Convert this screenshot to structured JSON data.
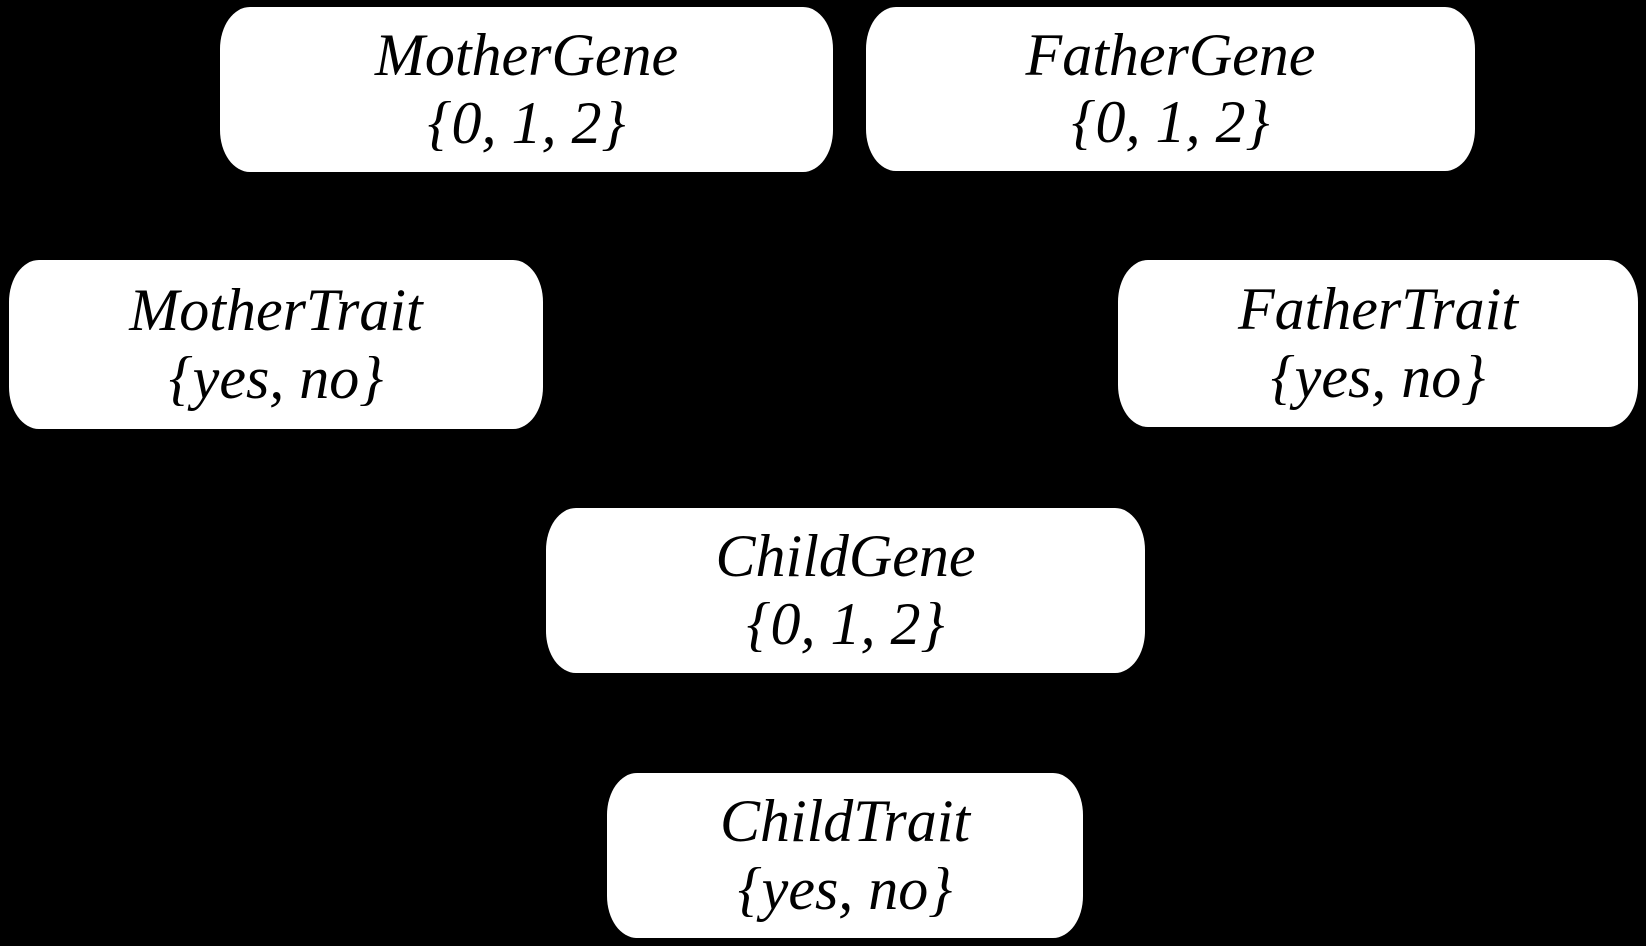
{
  "canvas": {
    "background_color": "#000000"
  },
  "node_style": {
    "fill_color": "#ffffff",
    "text_color": "#000000"
  },
  "diagram": {
    "type": "bayesian-network",
    "edges_visible": false,
    "nodes": [
      {
        "id": "mother-gene",
        "name": "MotherGene",
        "domain": "{0, 1, 2}"
      },
      {
        "id": "father-gene",
        "name": "FatherGene",
        "domain": "{0, 1, 2}"
      },
      {
        "id": "mother-trait",
        "name": "MotherTrait",
        "domain": "{yes, no}"
      },
      {
        "id": "father-trait",
        "name": "FatherTrait",
        "domain": "{yes, no}"
      },
      {
        "id": "child-gene",
        "name": "ChildGene",
        "domain": "{0, 1, 2}"
      },
      {
        "id": "child-trait",
        "name": "ChildTrait",
        "domain": "{yes, no}"
      }
    ]
  }
}
